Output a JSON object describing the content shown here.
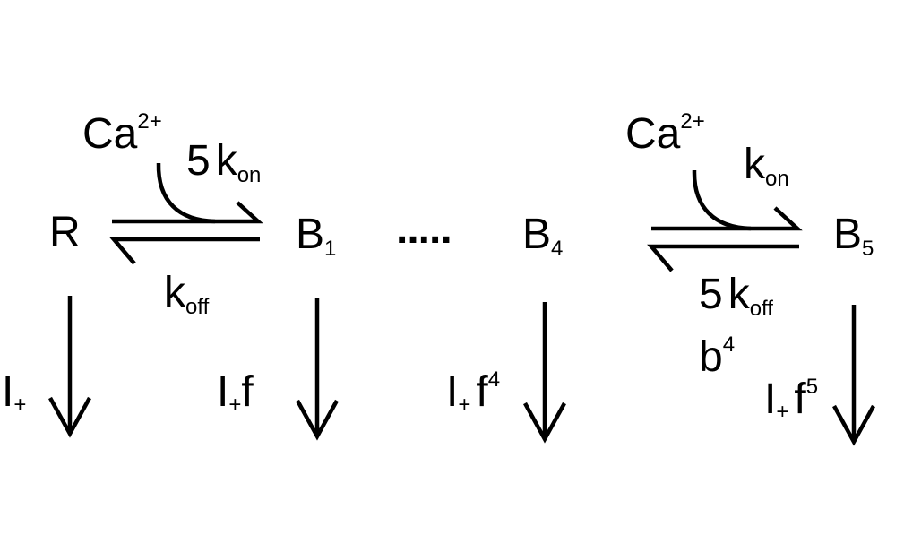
{
  "states": {
    "r": "R",
    "b1": {
      "base": "B",
      "sub": "1"
    },
    "b4": {
      "base": "B",
      "sub": "4"
    },
    "b5": {
      "base": "B",
      "sub": "5"
    }
  },
  "ligand": {
    "base": "Ca",
    "sup": "2+"
  },
  "rates": {
    "left_forward": {
      "coef": "5",
      "k": "k",
      "sub": "on"
    },
    "left_reverse": {
      "k": "k",
      "sub": "off"
    },
    "right_forward": {
      "k": "k",
      "sub": "on"
    },
    "right_reverse": {
      "coef": "5",
      "k": "k",
      "sub": "off"
    },
    "right_factor": {
      "base": "b",
      "sup": "4"
    }
  },
  "ellipsis": ".....",
  "emissions": {
    "r": {
      "base": "I",
      "sub": "+"
    },
    "b1": {
      "base": "I",
      "sub": "+",
      "factor": "f"
    },
    "b4": {
      "base": "I",
      "sub": "+",
      "factor": "f",
      "sup": "4"
    },
    "b5": {
      "base": "I",
      "sub": "+",
      "factor": "f",
      "sup": "5"
    }
  }
}
